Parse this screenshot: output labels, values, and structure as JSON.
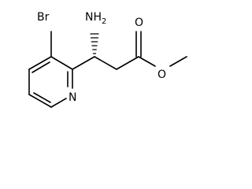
{
  "molecule": {
    "labels": {
      "bromine": "Br",
      "amine_main": "NH",
      "amine_sub": "2",
      "ester_carbonyl_o": "O",
      "ester_ether_o": "O",
      "ring_n": "N"
    },
    "stereo_bond": "hashed-wedge",
    "colors": {
      "line": "#000000",
      "background": "#ffffff"
    }
  }
}
